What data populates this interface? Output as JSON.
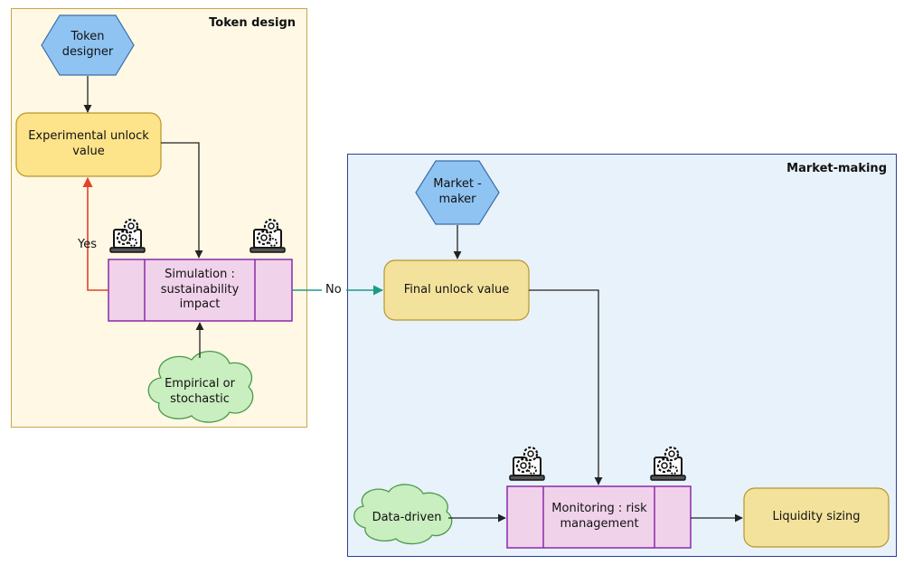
{
  "panels": {
    "token_design": {
      "title": "Token design"
    },
    "market_making": {
      "title": "Market-making"
    }
  },
  "nodes": {
    "token_designer": "Token designer",
    "experimental_unlock": "Experimental unlock value",
    "simulation": "Simulation : sustainability impact",
    "empirical": "Empirical or stochastic",
    "market_maker": "Market -maker",
    "final_unlock": "Final unlock value",
    "data_driven": "Data-driven",
    "monitoring": "Monitoring : risk management",
    "liquidity": "Liquidity sizing"
  },
  "edges": {
    "yes_label": "Yes",
    "no_label": "No"
  },
  "icons": [
    "computer-gears-icon"
  ],
  "colors": {
    "token_panel_bg": "#fef8e4",
    "token_panel_border": "#c9a44a",
    "market_panel_bg": "#e8f2fb",
    "market_panel_border": "#2a3f9a",
    "hexagon_fill": "#8fc3f2",
    "hexagon_stroke": "#3a6ea8",
    "experimental_fill": "#fde38a",
    "final_fill": "#f3e29c",
    "process_fill": "#f0d2ea",
    "process_stroke": "#8a2aa8",
    "cloud_fill": "#c9eebf",
    "cloud_stroke": "#4a9a4a",
    "yes_arrow": "#e0432a",
    "no_arrow": "#1e9a86"
  }
}
